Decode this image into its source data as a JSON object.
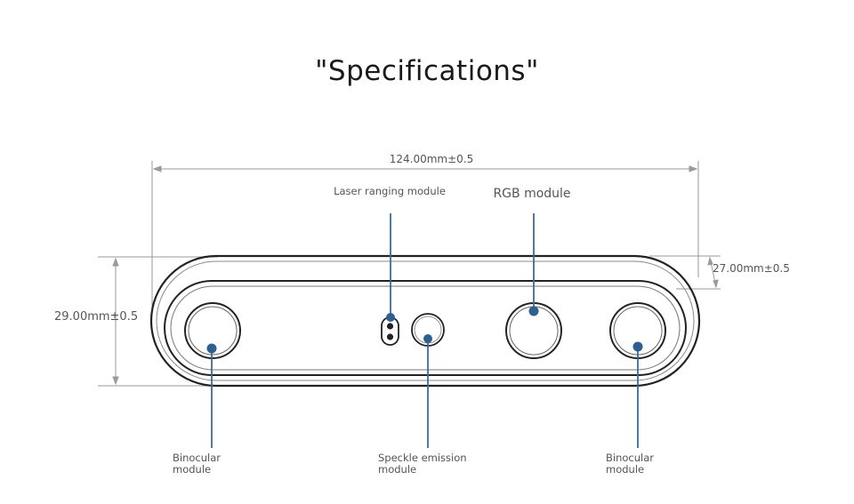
{
  "title": "\"Specifications\"",
  "dimensions": {
    "width": "124.00mm±0.5",
    "height": "29.00mm±0.5",
    "depth": "27.00mm±0.5"
  },
  "callouts": {
    "laser": "Laser ranging module",
    "rgb": "RGB module",
    "binocular_left": [
      "Binocular",
      "module"
    ],
    "speckle": [
      "Speckle emission",
      "module"
    ],
    "binocular_right": [
      "Binocular",
      "module"
    ]
  },
  "colors": {
    "callout_line": "#3d6a9a",
    "callout_dot": "#2f5f8f",
    "outline": "#222222",
    "dimension": "#9a9a9a"
  }
}
